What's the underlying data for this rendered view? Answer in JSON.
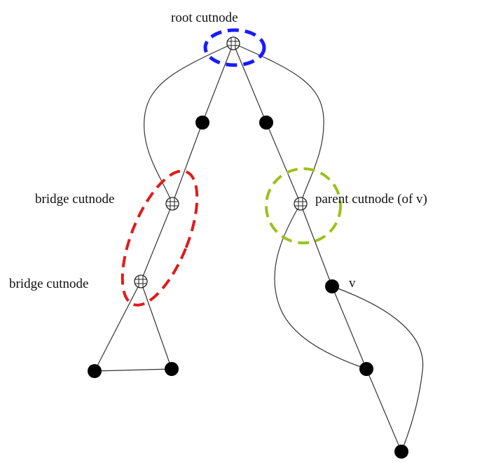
{
  "labels": {
    "root": "root cutnode",
    "bridge_upper": "bridge cutnode",
    "bridge_lower": "bridge cutnode",
    "parent": "parent cutnode (of v)",
    "v": "v"
  },
  "colors": {
    "root_highlight": "#1a1aff",
    "bridge_highlight": "#e01b1b",
    "parent_highlight": "#99c21c",
    "node": "#000000",
    "edge": "#333333"
  },
  "node_kinds": {
    "cutnode_icon": "hatched-circle-icon",
    "plain_node_icon": "filled-circle-icon"
  }
}
